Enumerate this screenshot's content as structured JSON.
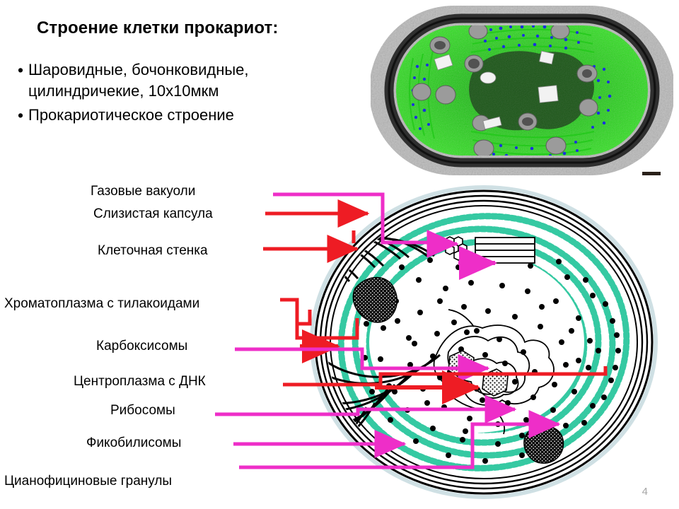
{
  "slide": {
    "page_number": "4",
    "title": "Строение клетки прокариот:"
  },
  "bullets": [
    {
      "marker": "•",
      "text_line1": "Шаровидные, бочонковидные,",
      "text_line2": "цилиндричекие, 10х10мкм"
    },
    {
      "marker": "•",
      "text_line1": "Прокариотическое строение",
      "text_line2": ""
    }
  ],
  "labels": [
    {
      "id": "gas-vacuoles",
      "text": "Газовые вакуоли",
      "connector_color": "#ee2ec8"
    },
    {
      "id": "mucous-capsule",
      "text": "Слизистая капсула",
      "connector_color": "#ee1c24"
    },
    {
      "id": "cell-wall",
      "text": "Клеточная стенка",
      "connector_color": "#ee1c24"
    },
    {
      "id": "chromatoplasm",
      "text": "Хроматоплазма с тилакоидами",
      "connector_color": "#ee1c24"
    },
    {
      "id": "carboxysomes",
      "text": "Карбоксисомы",
      "connector_color": "#ee2ec8"
    },
    {
      "id": "centroplasm-dna",
      "text": "Центроплазма с ДНК",
      "connector_color": "#ee1c24"
    },
    {
      "id": "ribosomes",
      "text": "Рибосомы",
      "connector_color": "#ee2ec8"
    },
    {
      "id": "phycobilisomes",
      "text": "Фикобилисомы",
      "connector_color": "#ee2ec8"
    },
    {
      "id": "cyanophycin",
      "text": "Цианофициновые гранулы",
      "connector_color": "#ee2ec8"
    }
  ],
  "colors": {
    "red_connector": "#ee1c24",
    "magenta_connector": "#ee2ec8",
    "thylakoid_teal": "#35c9a2",
    "capsule_pale": "#cfe0e4",
    "micrograph_green": "#28d21a",
    "micrograph_blue": "#1a30e0",
    "micrograph_gray": "#b3b3b3",
    "micrograph_wall": "#3a3a3a",
    "page_number_gray": "#a6a6a6",
    "scalebar": "#2a211a"
  },
  "micrograph": {
    "name": "cyanobacterium-electron-micrograph",
    "description": "Colorized electron micrograph of a rod-shaped cyanobacterium cell",
    "scalebar_present": true
  },
  "diagram": {
    "name": "prokaryote-cell-cross-section",
    "description": "Schematic cross-section of a cyanobacterial cell"
  }
}
